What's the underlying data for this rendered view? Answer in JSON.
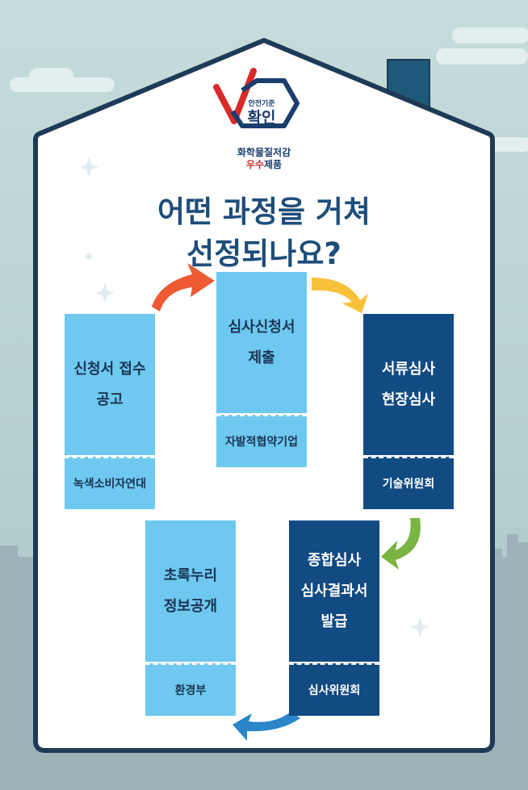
{
  "logo": {
    "small": "안전기준",
    "big": "확인",
    "line1": "화학물질저감",
    "line2_red": "우수",
    "line2_rest": "제품"
  },
  "title": {
    "line1": "어떤 과정을 거쳐",
    "line2": "선정되나요?"
  },
  "steps": [
    {
      "main1": "신청서 접수",
      "main2": "공고",
      "sub": "녹색소비자연대"
    },
    {
      "main1": "심사신청서",
      "main2": "제출",
      "sub": "자발적협약기업"
    },
    {
      "main1": "서류심사",
      "main2": "현장심사",
      "sub": "기술위원회"
    },
    {
      "main1": "종합심사",
      "main2": "심사결과서",
      "main3": "발급",
      "sub": "심사위원회"
    },
    {
      "main1": "초록누리",
      "main2": "정보공개",
      "sub": "환경부"
    }
  ],
  "colors": {
    "light_card": "#6ec8f0",
    "dark_card": "#124a82",
    "arrow_orange": "#ee5a34",
    "arrow_yellow": "#f7c23a",
    "arrow_green": "#7ab442",
    "arrow_blue": "#2a86c8",
    "title": "#1e4d7a",
    "house_outline": "#1e3a56"
  }
}
